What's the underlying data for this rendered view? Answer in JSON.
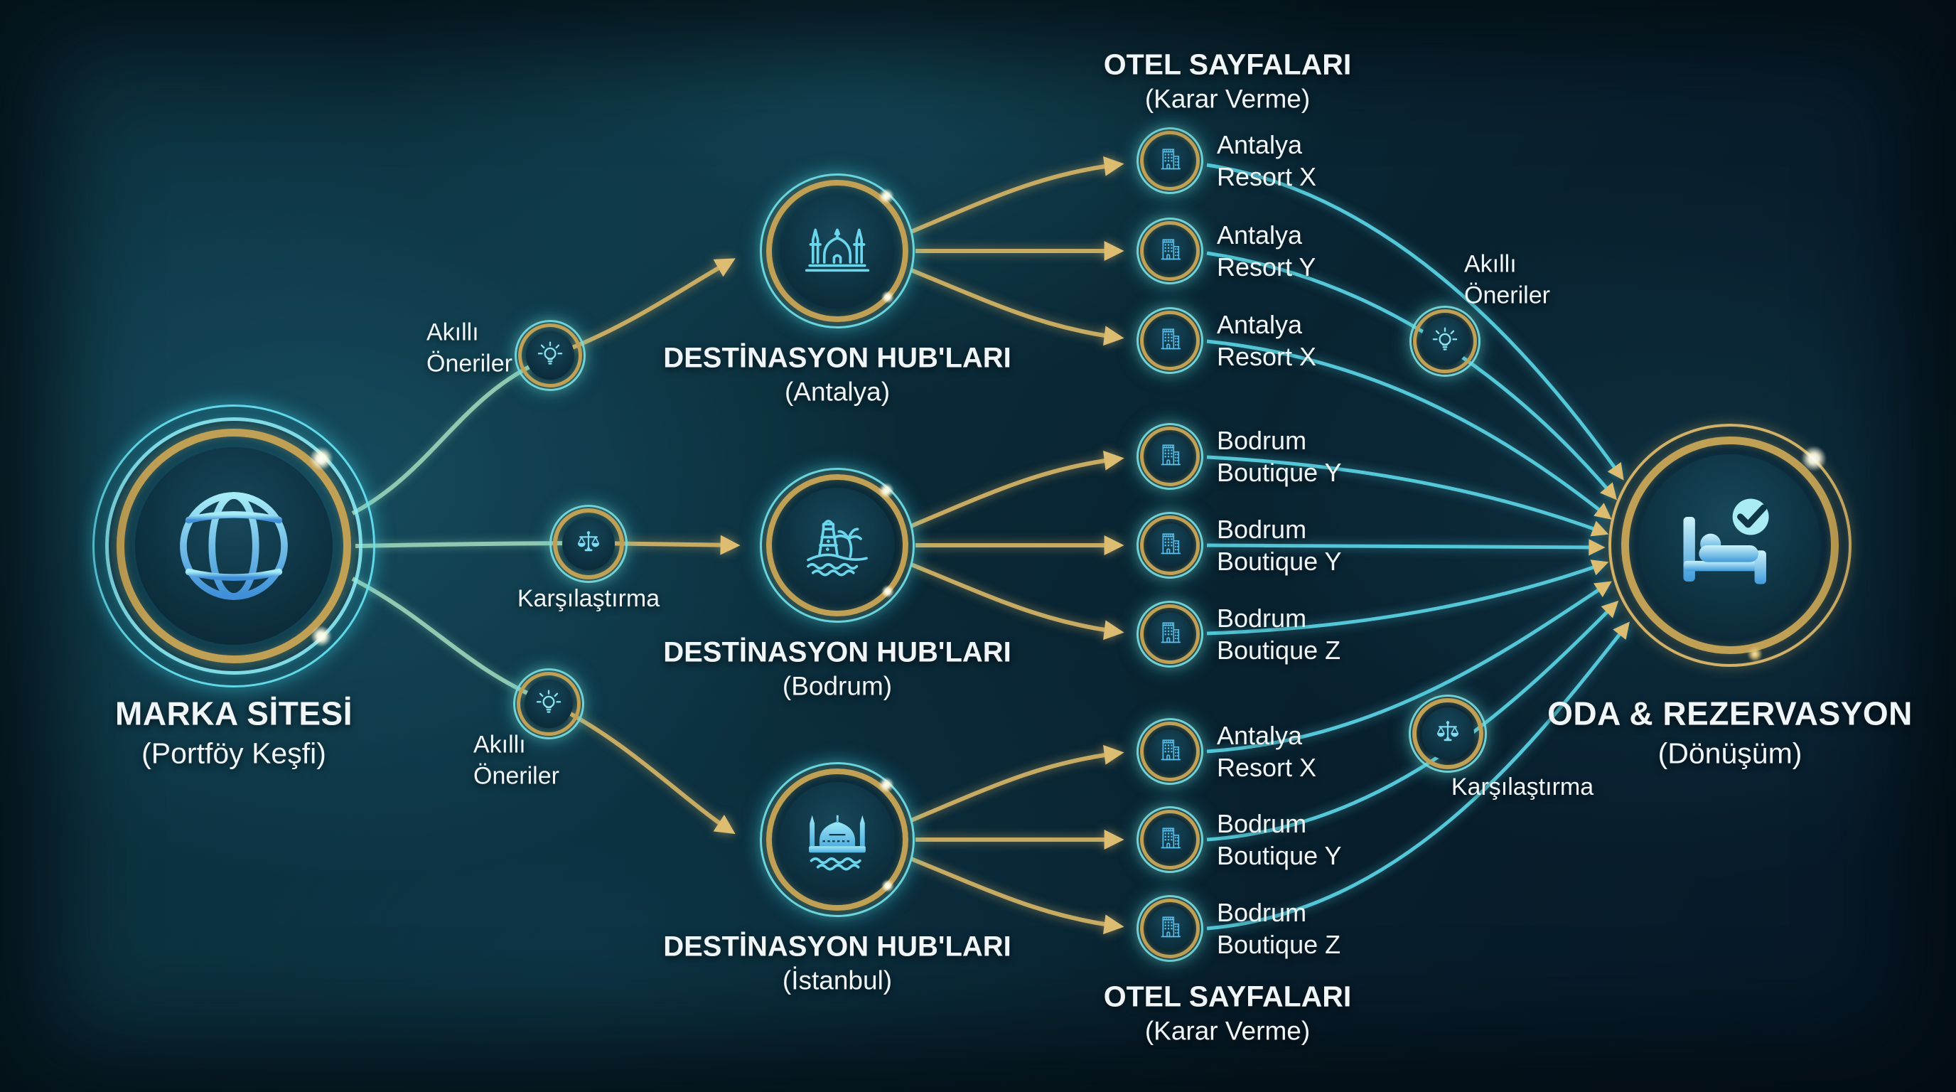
{
  "colors": {
    "background": "#0a2a38",
    "cyan_ring": "#45d7e8",
    "gold": "#c9a95c",
    "teal_line": "#8fc9b2",
    "hotel_line": "#54c8d8",
    "text": "#f0f6f8"
  },
  "brand": {
    "title": "MARKA SİTESİ",
    "subtitle": "(Portföy Keşfi)"
  },
  "conversion": {
    "title": "ODA & REZERVASYON",
    "subtitle": "(Dönüşüm)"
  },
  "hubs": [
    {
      "title": "DESTİNASYON HUB'LARI",
      "subtitle": "(Antalya)"
    },
    {
      "title": "DESTİNASYON HUB'LARI",
      "subtitle": "(Bodrum)"
    },
    {
      "title": "DESTİNASYON HUB'LARI",
      "subtitle": "(İstanbul)"
    }
  ],
  "hotel_headings": {
    "top": {
      "title": "OTEL SAYFALARI",
      "subtitle": "(Karar Verme)"
    },
    "bottom": {
      "title": "OTEL SAYFALARI",
      "subtitle": "(Karar Verme)"
    }
  },
  "hotels": {
    "antalya": [
      {
        "line1": "Antalya",
        "line2": "Resort X"
      },
      {
        "line1": "Antalya",
        "line2": "Resort Y"
      },
      {
        "line1": "Antalya",
        "line2": "Resort X"
      }
    ],
    "bodrum": [
      {
        "line1": "Bodrum",
        "line2": "Boutique Y"
      },
      {
        "line1": "Bodrum",
        "line2": "Boutique Y"
      },
      {
        "line1": "Bodrum",
        "line2": "Boutique Z"
      }
    ],
    "istanbul": [
      {
        "line1": "Antalya",
        "line2": "Resort X"
      },
      {
        "line1": "Bodrum",
        "line2": "Boutique Y"
      },
      {
        "line1": "Bodrum",
        "line2": "Boutique Z"
      }
    ]
  },
  "annotations": {
    "smart_top": {
      "line1": "Akıllı",
      "line2": "Öneriler"
    },
    "compare_mid": {
      "label": "Karşılaştırma"
    },
    "smart_bottom": {
      "line1": "Akıllı",
      "line2": "Öneriler"
    },
    "smart_right": {
      "line1": "Akıllı",
      "line2": "Öneriler"
    },
    "compare_right": {
      "label": "Karşılaştırma"
    }
  }
}
